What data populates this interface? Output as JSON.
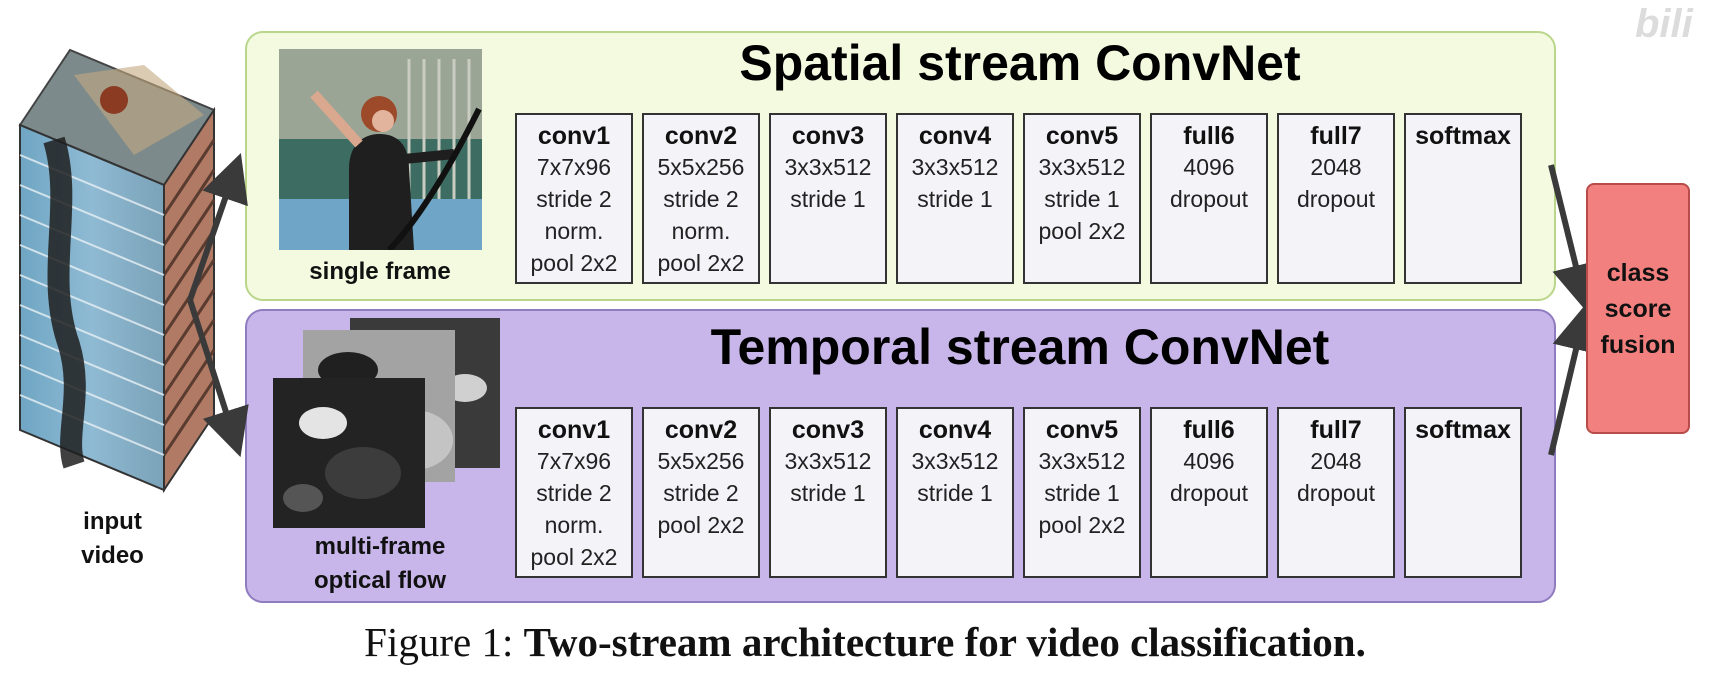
{
  "spatial": {
    "title": "Spatial stream ConvNet",
    "caption": "single frame",
    "layers": [
      {
        "name": "conv1",
        "lines": [
          "7x7x96",
          "stride 2",
          "norm.",
          "pool 2x2"
        ]
      },
      {
        "name": "conv2",
        "lines": [
          "5x5x256",
          "stride 2",
          "norm.",
          "pool 2x2"
        ]
      },
      {
        "name": "conv3",
        "lines": [
          "3x3x512",
          "stride 1"
        ]
      },
      {
        "name": "conv4",
        "lines": [
          "3x3x512",
          "stride 1"
        ]
      },
      {
        "name": "conv5",
        "lines": [
          "3x3x512",
          "stride 1",
          "pool 2x2"
        ]
      },
      {
        "name": "full6",
        "lines": [
          "4096",
          "dropout"
        ]
      },
      {
        "name": "full7",
        "lines": [
          "2048",
          "dropout"
        ]
      },
      {
        "name": "softmax",
        "lines": []
      }
    ]
  },
  "temporal": {
    "title": "Temporal stream ConvNet",
    "caption_lines": [
      "multi-frame",
      "optical flow"
    ],
    "layers": [
      {
        "name": "conv1",
        "lines": [
          "7x7x96",
          "stride 2",
          "norm.",
          "pool 2x2"
        ]
      },
      {
        "name": "conv2",
        "lines": [
          "5x5x256",
          "stride 2",
          "pool 2x2"
        ]
      },
      {
        "name": "conv3",
        "lines": [
          "3x3x512",
          "stride 1"
        ]
      },
      {
        "name": "conv4",
        "lines": [
          "3x3x512",
          "stride 1"
        ]
      },
      {
        "name": "conv5",
        "lines": [
          "3x3x512",
          "stride 1",
          "pool 2x2"
        ]
      },
      {
        "name": "full6",
        "lines": [
          "4096",
          "dropout"
        ]
      },
      {
        "name": "full7",
        "lines": [
          "2048",
          "dropout"
        ]
      },
      {
        "name": "softmax",
        "lines": []
      }
    ]
  },
  "input": {
    "caption_lines": [
      "input",
      "video"
    ]
  },
  "fusion": {
    "lines": [
      "class",
      "score",
      "fusion"
    ]
  },
  "figure_caption": {
    "prefix": "Figure 1: ",
    "bold": "Two-stream architecture for video classification."
  },
  "watermark": "bili",
  "colors": {
    "spatial_panel": "#f3fae0",
    "temporal_panel": "#c8b6ea",
    "fusion_box": "#f2807e",
    "layer_box": "#f4f3f8"
  }
}
